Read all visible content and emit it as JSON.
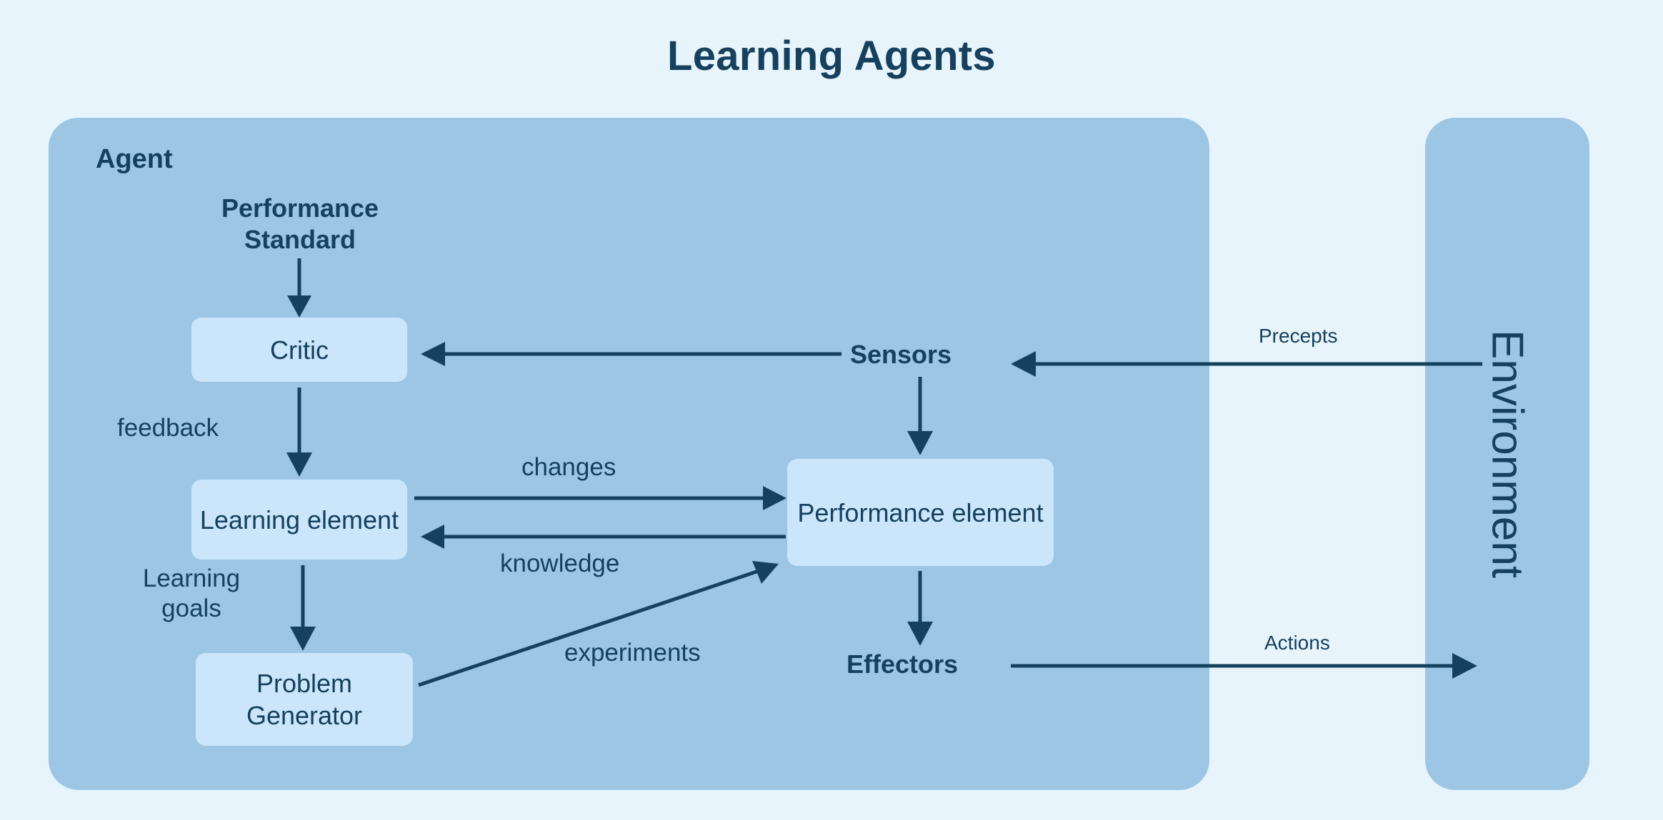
{
  "title": "Learning Agents",
  "theme": {
    "page_background": "#e8f4fc",
    "panel_fill": "#9cc6e4",
    "box_fill": "#cbe6fa",
    "ink": "#15405e"
  },
  "agent": {
    "label": "Agent",
    "performance_standard": "Performance Standard",
    "boxes": {
      "critic": "Critic",
      "learning_element": "Learning element",
      "problem_generator": "Problem Generator",
      "performance_element": "Performance element"
    },
    "io_labels": {
      "sensors": "Sensors",
      "effectors": "Effectors"
    },
    "edge_labels": {
      "feedback": "feedback",
      "learning_goals": "Learning goals",
      "changes": "changes",
      "knowledge": "knowledge",
      "experiments": "experiments"
    }
  },
  "environment": {
    "label": "Environment",
    "edge_labels": {
      "precepts": "Precepts",
      "actions": "Actions"
    }
  },
  "diagram_data": {
    "type": "diagram",
    "nodes": [
      {
        "id": "performance_standard",
        "label": "Performance Standard",
        "kind": "text"
      },
      {
        "id": "critic",
        "label": "Critic",
        "kind": "box"
      },
      {
        "id": "learning_element",
        "label": "Learning element",
        "kind": "box"
      },
      {
        "id": "problem_generator",
        "label": "Problem Generator",
        "kind": "box"
      },
      {
        "id": "performance_element",
        "label": "Performance element",
        "kind": "box"
      },
      {
        "id": "sensors",
        "label": "Sensors",
        "kind": "text"
      },
      {
        "id": "effectors",
        "label": "Effectors",
        "kind": "text"
      },
      {
        "id": "environment",
        "label": "Environment",
        "kind": "panel"
      }
    ],
    "edges": [
      {
        "from": "performance_standard",
        "to": "critic",
        "label": ""
      },
      {
        "from": "critic",
        "to": "learning_element",
        "label": "feedback"
      },
      {
        "from": "learning_element",
        "to": "problem_generator",
        "label": "Learning goals"
      },
      {
        "from": "learning_element",
        "to": "performance_element",
        "label": "changes"
      },
      {
        "from": "performance_element",
        "to": "learning_element",
        "label": "knowledge"
      },
      {
        "from": "problem_generator",
        "to": "performance_element",
        "label": "experiments"
      },
      {
        "from": "sensors",
        "to": "critic",
        "label": ""
      },
      {
        "from": "sensors",
        "to": "performance_element",
        "label": ""
      },
      {
        "from": "performance_element",
        "to": "effectors",
        "label": ""
      },
      {
        "from": "environment",
        "to": "sensors",
        "label": "Precepts"
      },
      {
        "from": "effectors",
        "to": "environment",
        "label": "Actions"
      }
    ]
  }
}
